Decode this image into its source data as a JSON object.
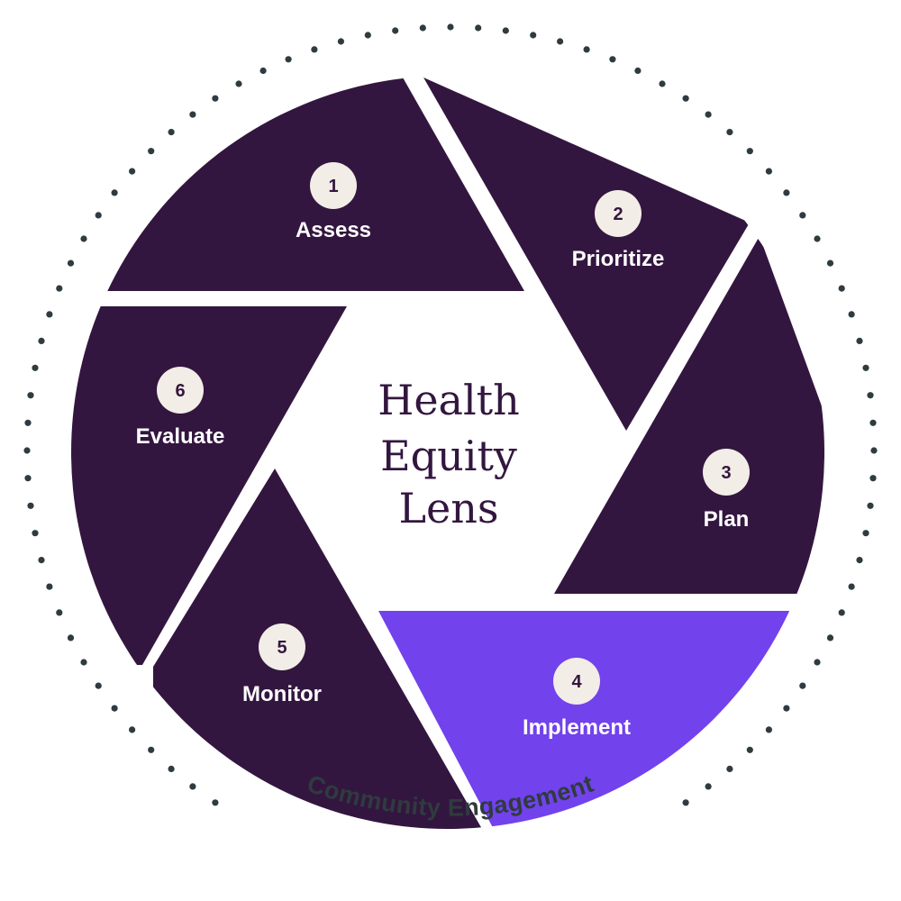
{
  "center": {
    "lines": [
      "Health",
      "Equity",
      "Lens"
    ]
  },
  "ring_label": "Community Engagement",
  "colors": {
    "segment": "#33163f",
    "highlight": "#7242ec",
    "badge": "#f2ede6",
    "badge_text": "#33163f",
    "dots": "#2f3b3f",
    "center_text": "#33163f"
  },
  "steps": [
    {
      "number": "1",
      "label": "Assess",
      "highlighted": false
    },
    {
      "number": "2",
      "label": "Prioritize",
      "highlighted": false
    },
    {
      "number": "3",
      "label": "Plan",
      "highlighted": false
    },
    {
      "number": "4",
      "label": "Implement",
      "highlighted": true
    },
    {
      "number": "5",
      "label": "Monitor",
      "highlighted": false
    },
    {
      "number": "6",
      "label": "Evaluate",
      "highlighted": false
    }
  ]
}
